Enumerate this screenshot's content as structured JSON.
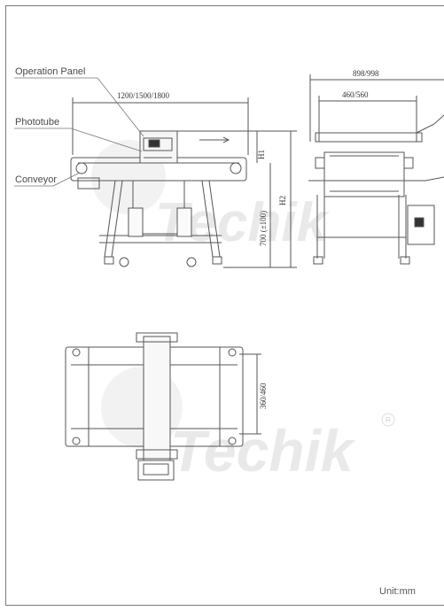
{
  "callouts": {
    "operation_panel": "Operation Panel",
    "phototube": "Phototube",
    "conveyor": "Conveyor"
  },
  "dimensions": {
    "length": "1200/1500/1800",
    "width_outer": "898/998",
    "width_inner": "460/560",
    "height_h1": "H1",
    "height_h2": "H2",
    "conveyor_height": "700 (±100)",
    "aperture_width": "360/460"
  },
  "watermark": {
    "text": "Techik",
    "registered": "R"
  },
  "unit_label": "Unit:mm",
  "colors": {
    "line": "#555555",
    "frame": "#7a7a7a",
    "watermark": "#e9e9e9",
    "label": "#4a4a4a"
  }
}
